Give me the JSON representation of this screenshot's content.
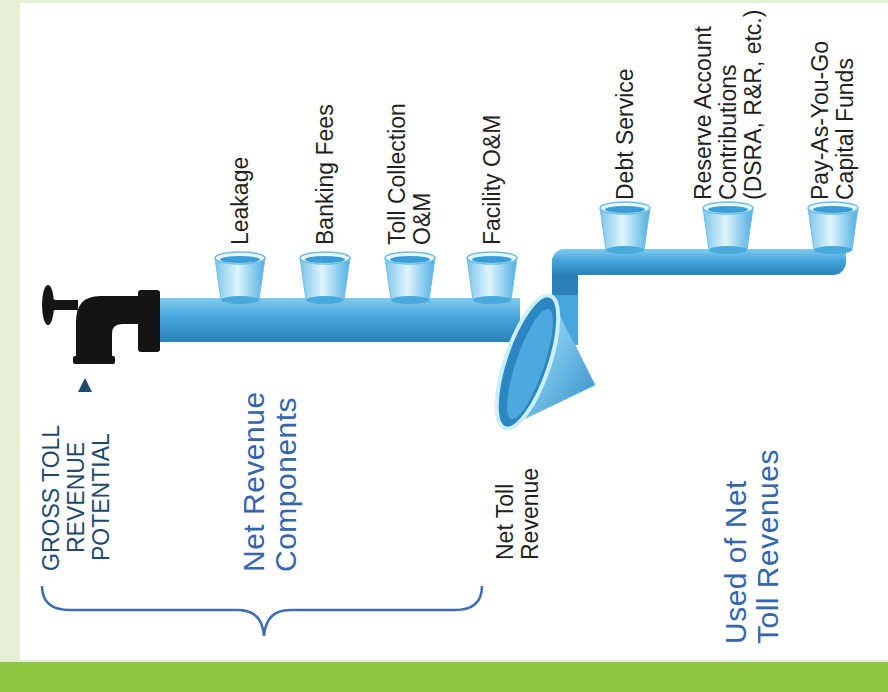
{
  "diagram": {
    "nodes": [
      {
        "text": [
          "GROSS TOLL REVENUE POTENTIAL"
        ]
      },
      {
        "text": [
          "Leakage"
        ]
      },
      {
        "text": [
          "Banking Fees"
        ]
      },
      {
        "text": [
          "Toll Collection O&M"
        ]
      },
      {
        "text": [
          "Facility O&M"
        ]
      },
      {
        "text": [
          "Net Toll Revenue"
        ]
      },
      {
        "text": [
          "Debt Service"
        ]
      },
      {
        "text": [
          "Reserve Account Contributions (DSRA, R&R, etc.)"
        ]
      },
      {
        "text": [
          "Pay-As-You-Go Capital Funds"
        ]
      }
    ],
    "edges": [
      {
        "from": 0,
        "to": 5,
        "arrow": "none"
      },
      {
        "from": 5,
        "to": 6,
        "arrow": "none"
      },
      {
        "from": 5,
        "to": 7,
        "arrow": "none"
      },
      {
        "from": 5,
        "to": 8,
        "arrow": "none"
      }
    ],
    "labels": [
      "Net Revenue Components",
      "Used of Net Toll Revenues"
    ]
  }
}
